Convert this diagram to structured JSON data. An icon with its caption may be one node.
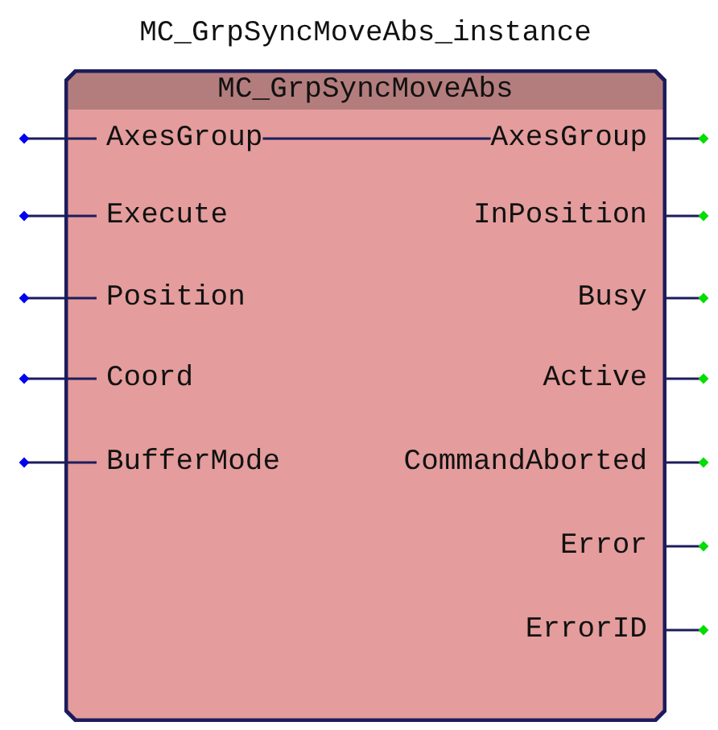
{
  "diagram": {
    "nodes": [
      {
        "text": [
          "MC_GrpSyncMoveAbs_instance",
          "MC_GrpSyncMoveAbs"
        ]
      },
      {
        "text": [
          "AxesGroup"
        ],
        "in": 0
      },
      {
        "text": [
          "Execute"
        ],
        "in": 0
      },
      {
        "text": [
          "Position"
        ],
        "in": 0
      },
      {
        "text": [
          "Coord"
        ],
        "in": 0
      },
      {
        "text": [
          "BufferMode"
        ],
        "in": 0
      },
      {
        "text": [
          "AxesGroup"
        ],
        "in": 0
      },
      {
        "text": [
          "InPosition"
        ],
        "in": 0
      },
      {
        "text": [
          "Busy"
        ],
        "in": 0
      },
      {
        "text": [
          "Active"
        ],
        "in": 0
      },
      {
        "text": [
          "CommandAborted"
        ],
        "in": 0
      },
      {
        "text": [
          "Error"
        ],
        "in": 0
      },
      {
        "text": [
          "ErrorID"
        ],
        "in": 0
      }
    ],
    "edges": [
      {
        "from": 1,
        "to": 6,
        "arrow": "none"
      },
      {
        "from": null,
        "to": 1,
        "arrow": "other"
      },
      {
        "from": null,
        "to": 2,
        "arrow": "other"
      },
      {
        "from": null,
        "to": 3,
        "arrow": "other"
      },
      {
        "from": null,
        "to": 4,
        "arrow": "other"
      },
      {
        "from": null,
        "to": 5,
        "arrow": "other"
      },
      {
        "from": 6,
        "to": null,
        "arrow": "other"
      },
      {
        "from": 7,
        "to": null,
        "arrow": "other"
      },
      {
        "from": 8,
        "to": null,
        "arrow": "other"
      },
      {
        "from": 9,
        "to": null,
        "arrow": "other"
      },
      {
        "from": 10,
        "to": null,
        "arrow": "other"
      },
      {
        "from": 11,
        "to": null,
        "arrow": "other"
      },
      {
        "from": 12,
        "to": null,
        "arrow": "other"
      }
    ]
  }
}
